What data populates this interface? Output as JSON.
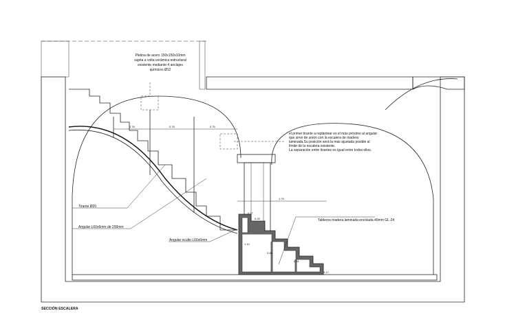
{
  "labels": {
    "plate": [
      "Pletina de acero 150x150x10mm",
      "sujeta a volta cerámica estructural",
      "existente mediante 4 anclajes",
      "químicos Ø12"
    ],
    "note": [
      "el primer tirante a replantear es el más próximo al angular",
      "que sirve de unión con la escalera de madera",
      "laminada.Su posición será la más ajustada posible al",
      "límite de la escalera existente.",
      "La separación entre tirantes es igual entre todos ellos."
    ],
    "tie_rod": "Tirante Ø20",
    "angle_200": "Angular L60x6mm de 200mm",
    "hidden_angle": "Angular oculto L60x6mm",
    "boards": "Tableros madera laminada encolada 40mm GL-24",
    "section_title": "SECCIÓN ESCALERA"
  },
  "dimensions": {
    "spacing": [
      "0.76",
      "0.76",
      "0.76"
    ],
    "span": "1.75",
    "heights": [
      "1.10",
      "0.66",
      "0.51"
    ],
    "riser": "0.17",
    "tread": "0.25"
  }
}
